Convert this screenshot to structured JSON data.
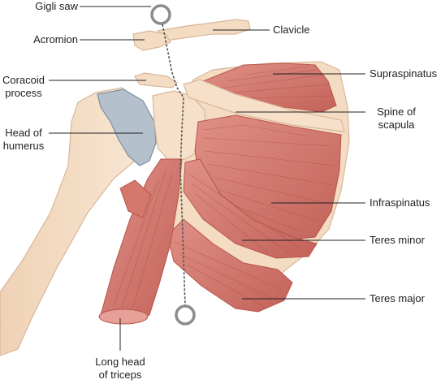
{
  "labels": {
    "gigli_saw": "Gigli saw",
    "acromion": "Acromion",
    "coracoid_process": "Coracoid\nprocess",
    "head_of_humerus": "Head of\nhumerus",
    "long_head_of_triceps": "Long head\nof triceps",
    "clavicle": "Clavicle",
    "supraspinatus": "Supraspinatus",
    "spine_of_scapula": "Spine of\nscapula",
    "infraspinatus": "Infraspinatus",
    "teres_minor": "Teres minor",
    "teres_major": "Teres major"
  },
  "colors": {
    "bone": "#f4dcc3",
    "bone_outline": "#d9b79a",
    "cartilage": "#b4c0cc",
    "muscle": "#d4776c",
    "muscle_dark": "#b9554b",
    "muscle_fiber": "#a8463d",
    "saw_ring": "#8c8c8c",
    "leader_line": "#222222"
  }
}
